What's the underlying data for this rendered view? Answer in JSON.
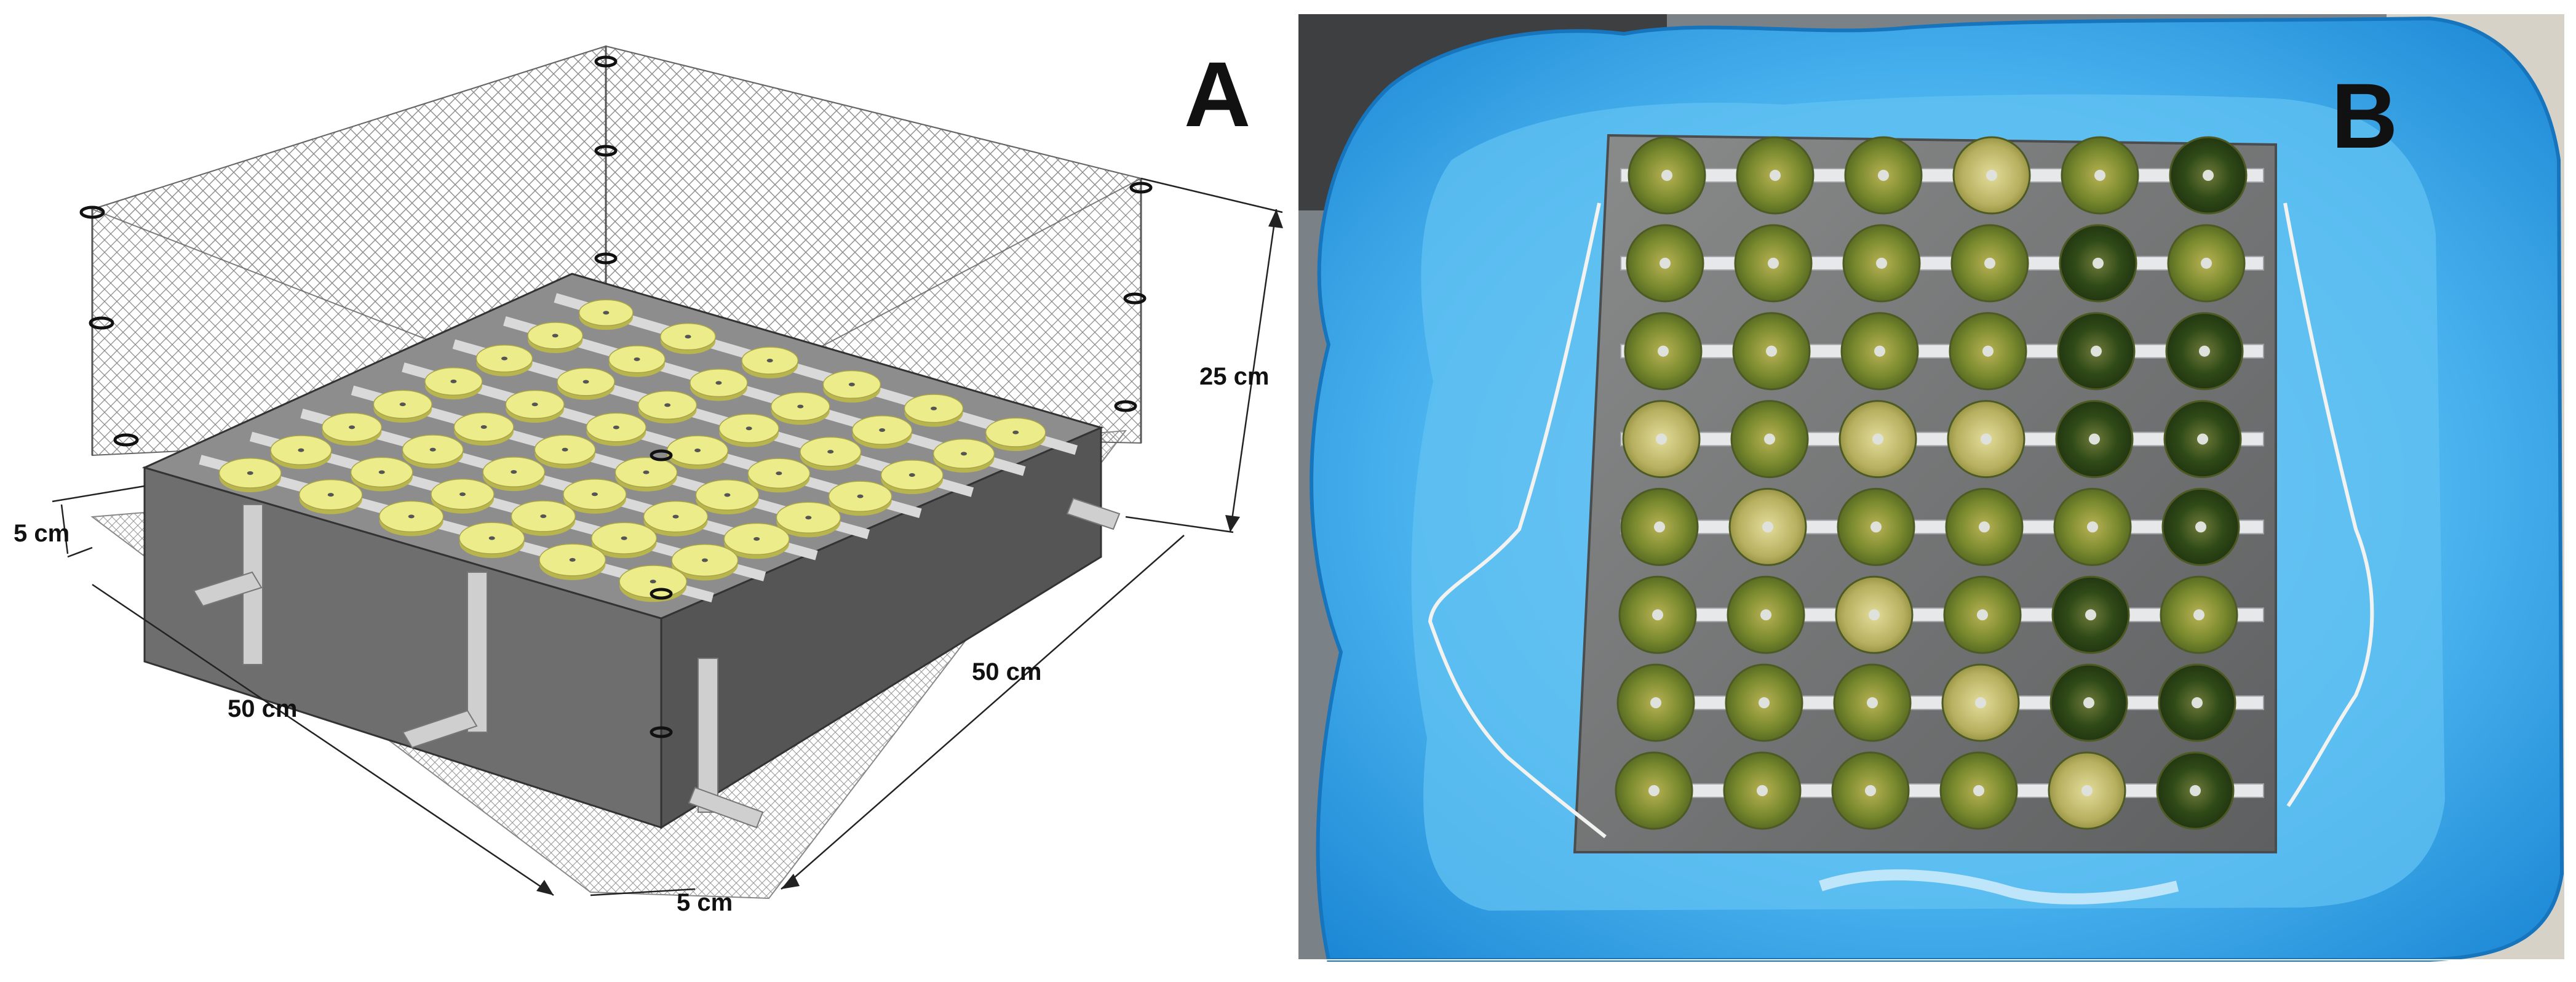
{
  "panels": [
    {
      "letter": "A"
    },
    {
      "letter": "B"
    }
  ],
  "dimensions": {
    "height": "25 cm",
    "base_left": "5 cm",
    "front": "50 cm",
    "side": "50 cm",
    "base_front": "5 cm"
  },
  "colors": {
    "disc": "#ecec8a",
    "disc_edge": "#b9b54e",
    "plate": "#777777",
    "strip": "#d9d9d9",
    "mesh": "#7d7d7d",
    "basin": "#2a9be3",
    "basin_light": "#5cc0f3",
    "water": "#dff2fb",
    "algae_light": "#b7b34c",
    "algae_dark": "#2f4a17"
  },
  "photo": {
    "rows": 8,
    "cols": 6
  }
}
